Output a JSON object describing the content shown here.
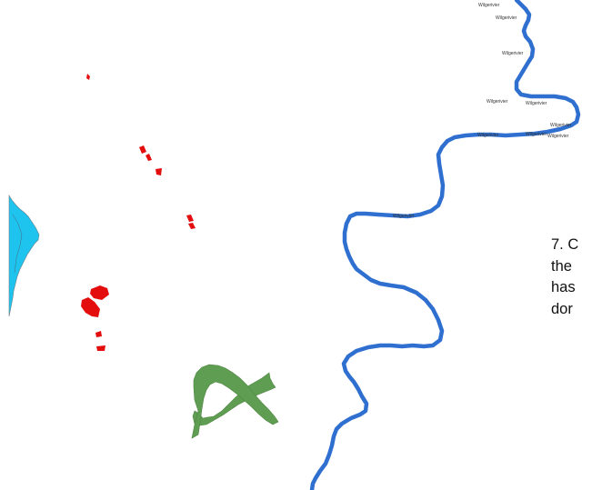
{
  "map": {
    "colors": {
      "river": "#2f6fd0",
      "lake": "#1ec3ee",
      "red_features": "#e30d0d",
      "green_feature": "#5f9e52"
    },
    "river_labels": [
      "Wilgerivier",
      "Wilgerivier",
      "Wilgerivier",
      "Wilgerivier",
      "Wilgerivier",
      "Wilgerivier",
      "Wilgerivier",
      "Wilgerivier",
      "Wilgerivier",
      "Wilgerivier"
    ]
  },
  "caption": {
    "lines": [
      "7. C",
      "the",
      "has",
      "dor"
    ]
  }
}
